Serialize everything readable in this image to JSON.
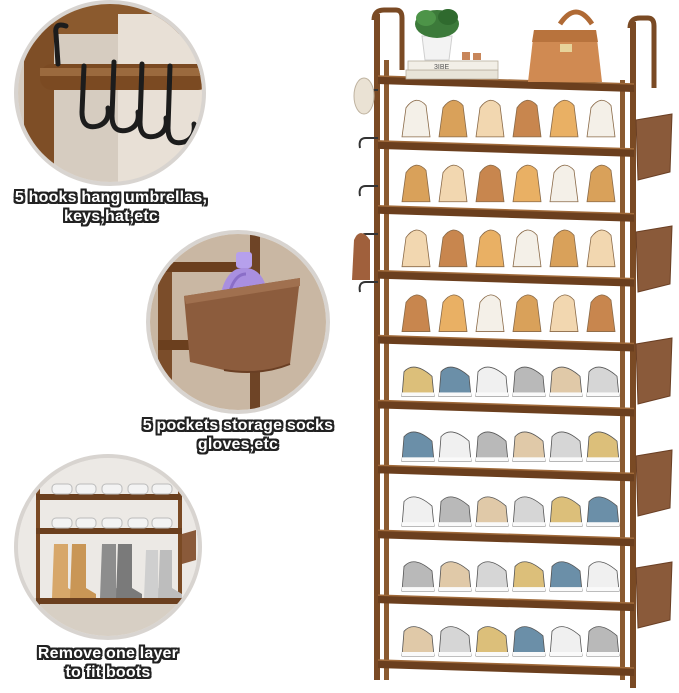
{
  "callouts": [
    {
      "id": "hooks",
      "text_line1": "5 hooks hang umbrellas,",
      "text_line2": "keys,hat,etc"
    },
    {
      "id": "pockets",
      "text_line1": "5 pockets storage socks",
      "text_line2": "gloves,etc"
    },
    {
      "id": "boots",
      "text_line1": "Remove one layer",
      "text_line2": "to fit boots"
    }
  ],
  "product": {
    "name": "10-tier shoe rack",
    "tiers": 10,
    "frame_color": "#7a4a24",
    "shelf_color": "#6b3f1e",
    "pocket_color": "#8a5a3a",
    "book_spine_text": "3IBE"
  },
  "icons": [
    "hook-icon",
    "umbrella-icon",
    "boot-icon",
    "handbag-icon",
    "plant-icon"
  ]
}
